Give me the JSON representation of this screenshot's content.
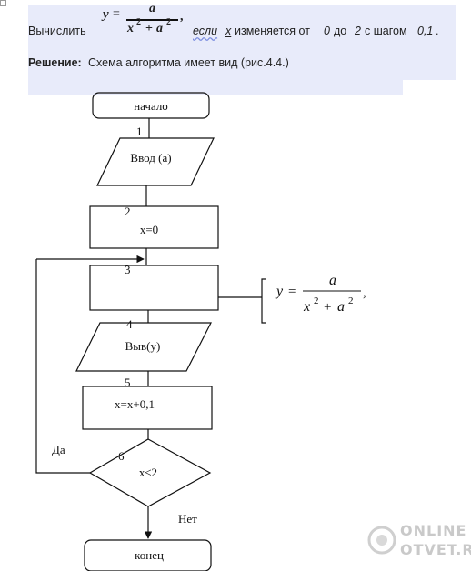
{
  "task": {
    "lead": "Вычислить",
    "formula": {
      "lhs": "y",
      "eq": "=",
      "numerator": "a",
      "den_x": "x",
      "den_x_exp": "2",
      "den_plus": "+",
      "den_a": "a",
      "den_a_exp": "2",
      "trail": ","
    },
    "cond_if": "если",
    "var": "x",
    "changes": "изменяется от",
    "from": "0",
    "to_word": "до",
    "to": "2",
    "step_word": "с шагом",
    "step": "0,1",
    "period": ".",
    "solution_bold": "Решение:",
    "solution_text": "Схема алгоритма имеет вид (рис.4.4.)"
  },
  "flowchart": {
    "start": "начало",
    "input_num": "1",
    "input": "Ввод (а)",
    "init_num": "2",
    "init": "x=0",
    "calc_num": "3",
    "output_num": "4",
    "output": "Выв(у)",
    "incr_num": "5",
    "incr": "x=x+0,1",
    "cond_num": "6",
    "cond": "x≤2",
    "yes": "Да",
    "no": "Нет",
    "end": "конец",
    "note": {
      "lhs": "y",
      "eq": "=",
      "numerator": "a",
      "den_x": "x",
      "den_x_exp": "2",
      "den_plus": "+",
      "den_a": "a",
      "den_a_exp": "2",
      "trail": ","
    }
  },
  "watermark": {
    "line1": "ONLINE",
    "line2": "OTVET.RU"
  }
}
